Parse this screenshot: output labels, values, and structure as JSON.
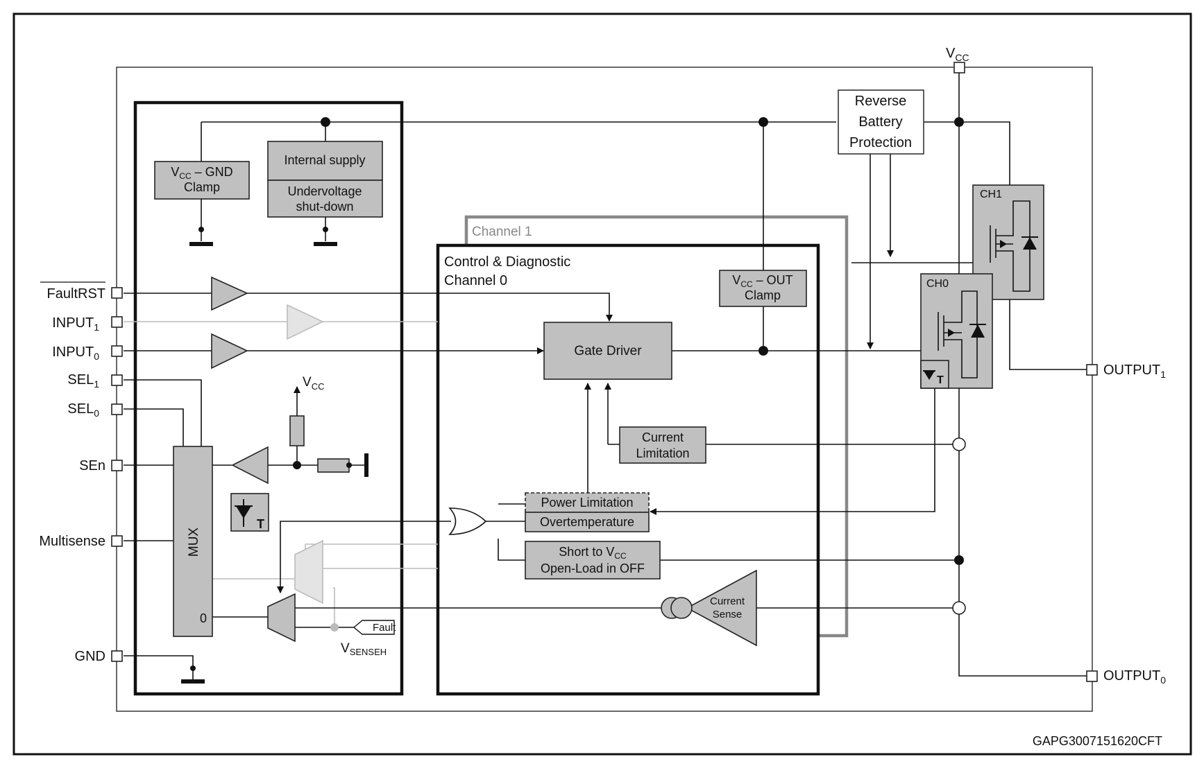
{
  "pins_left": {
    "faultrst": "FaultRST",
    "input1_main": "INPUT",
    "input1_sub": "1",
    "input0_main": "INPUT",
    "input0_sub": "0",
    "sel1_main": "SEL",
    "sel1_sub": "1",
    "sel0_main": "SEL",
    "sel0_sub": "0",
    "sen": "SEn",
    "multisense": "Multisense",
    "gnd": "GND"
  },
  "pins_right": {
    "vcc_main": "V",
    "vcc_sub": "CC",
    "output1_main": "OUTPUT",
    "output1_sub": "1",
    "output0_main": "OUTPUT",
    "output0_sub": "0"
  },
  "blocks": {
    "vcc_gnd_clamp_line1_main": "V",
    "vcc_gnd_clamp_line1_sub": "CC",
    "vcc_gnd_clamp_line1_rest": " – GND",
    "vcc_gnd_clamp_line2": "Clamp",
    "internal_supply": "Internal supply",
    "undervoltage_line1": "Undervoltage",
    "undervoltage_line2": "shut-down",
    "reverse_battery_line1": "Reverse",
    "reverse_battery_line2": "Battery",
    "reverse_battery_line3": "Protection",
    "channel1_label": "Channel 1",
    "control_diag_line1": "Control & Diagnostic",
    "control_diag_line2": "Channel 0",
    "vcc_out_clamp_line1_main": "V",
    "vcc_out_clamp_line1_sub": "CC",
    "vcc_out_clamp_line1_rest": " – OUT",
    "vcc_out_clamp_line2": "Clamp",
    "gate_driver": "Gate Driver",
    "current_limitation_line1": "Current",
    "current_limitation_line2": "Limitation",
    "power_limitation": "Power Limitation",
    "overtemperature": "Overtemperature",
    "short_to_vcc_main": "Short to V",
    "short_to_vcc_sub": "CC",
    "open_load_off": "Open-Load in OFF",
    "current_sense_line1": "Current",
    "current_sense_line2": "Sense",
    "mux": "MUX",
    "mux_zero": "0",
    "fault_tag": "Fault",
    "vsenseh_main": "V",
    "vsenseh_sub": "SENSEH",
    "vcc_ref_main": "V",
    "vcc_ref_sub": "CC",
    "ch0": "CH0",
    "ch1": "CH1",
    "temp_t": "T"
  },
  "footer_code": "GAPG3007151620CFT"
}
